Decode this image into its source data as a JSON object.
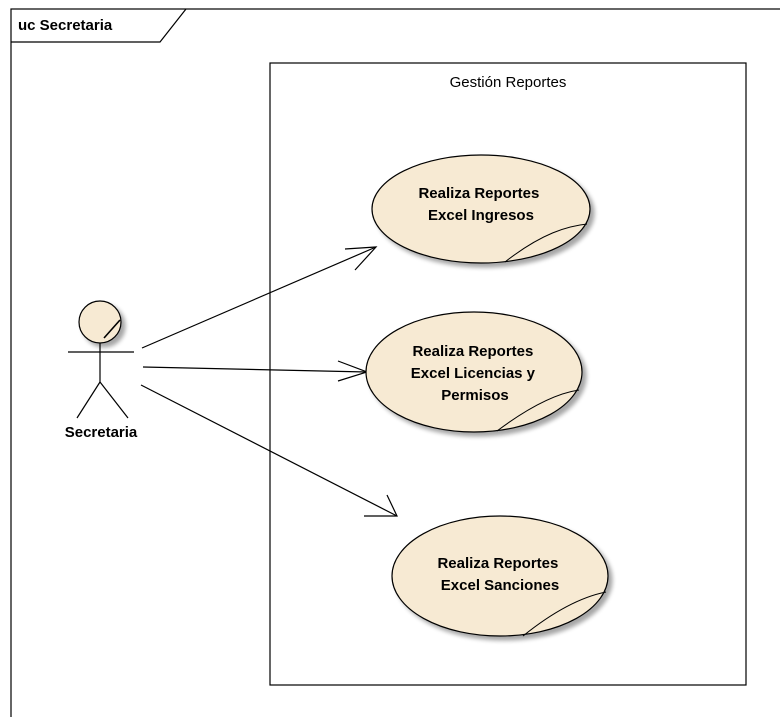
{
  "diagram": {
    "type": "uml-use-case",
    "frame_title": "uc Secretaria",
    "boundary_title": "Gestión Reportes",
    "actor": {
      "label": "Secretaria"
    },
    "use_cases": [
      {
        "lines": [
          "Realiza Reportes",
          "Excel Ingresos"
        ]
      },
      {
        "lines": [
          "Realiza Reportes",
          "Excel Licencias y",
          "Permisos"
        ]
      },
      {
        "lines": [
          "Realiza Reportes",
          "Excel Sanciones"
        ]
      }
    ],
    "colors": {
      "use_case_fill": "#f7ead3",
      "actor_head_fill": "#f7ead3",
      "stroke": "#000000"
    }
  }
}
